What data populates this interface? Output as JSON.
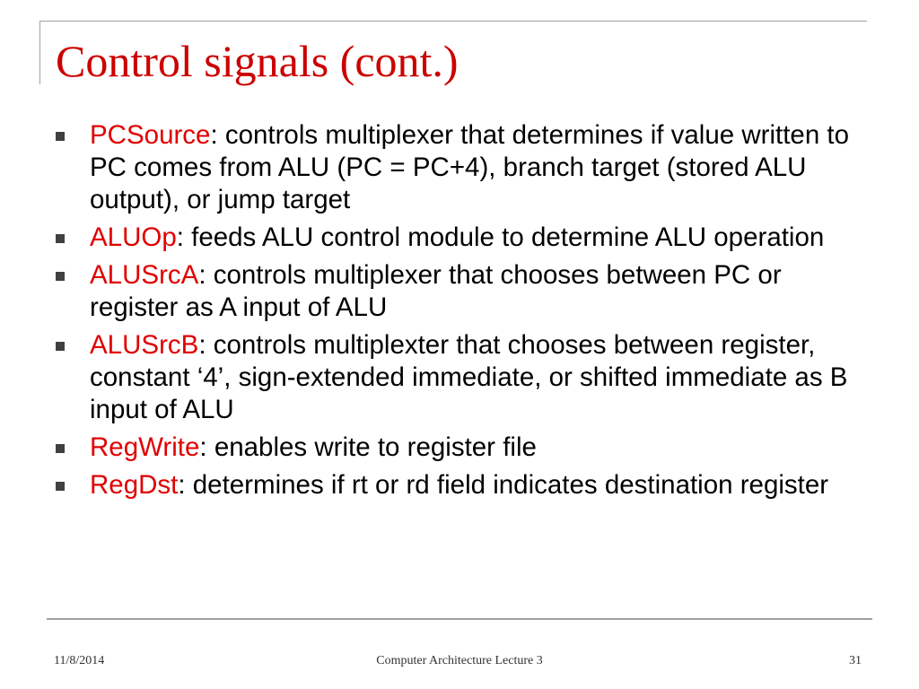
{
  "slide": {
    "title": "Control signals (cont.)",
    "bullets": [
      {
        "term": "PCSource",
        "text": ": controls multiplexer that determines if value written to PC comes from ALU (PC = PC+4), branch target (stored ALU output), or jump target"
      },
      {
        "term": "ALUOp",
        "text": ": feeds ALU control module to determine ALU operation"
      },
      {
        "term": "ALUSrcA",
        "text": ": controls multiplexer that chooses between PC or register as A input of ALU"
      },
      {
        "term": "ALUSrcB",
        "text": ": controls multiplexter that chooses between register, constant ‘4’, sign-extended immediate, or shifted immediate as B input of ALU"
      },
      {
        "term": "RegWrite",
        "text": ": enables write to register file"
      },
      {
        "term": "RegDst",
        "text": ": determines if rt or rd field indicates destination register"
      }
    ]
  },
  "footer": {
    "date": "11/8/2014",
    "center": "Computer Architecture Lecture 3",
    "page": "31"
  },
  "colors": {
    "title": "#cc0000",
    "term": "#e00000",
    "body_text": "#000000",
    "rule": "#a0a0a0"
  },
  "icons": {
    "bullet": "square-bullet-icon"
  }
}
